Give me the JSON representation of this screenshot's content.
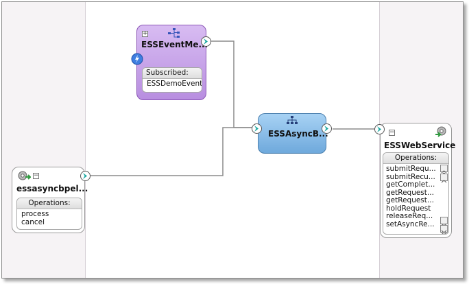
{
  "event_mediator": {
    "title": "ESSEventMe...",
    "box_header": "Subscribed:",
    "items": [
      "ESSDemoEvent"
    ],
    "expand_symbol": "+",
    "icon": "mediator-tree-icon",
    "badge_icon": "event-lightning-icon"
  },
  "bpel_process": {
    "title": "essasyncbpel...",
    "box_header": "Operations:",
    "operations": [
      "process",
      "cancel"
    ],
    "icon": "gear-service-icon",
    "collapse_symbol": "−"
  },
  "async_component": {
    "title": "ESSAsyncB...",
    "icon": "bpel-tree-icon"
  },
  "web_service": {
    "title": "ESSWebService",
    "box_header": "Operations:",
    "operations": [
      "submitRequ...",
      "submitRecu...",
      "getComplet...",
      "getRequest...",
      "getRequest...",
      "holdRequest",
      "releaseReq...",
      "setAsyncRe..."
    ],
    "icon": "gear-service-icon",
    "collapse_symbol": "−"
  },
  "colors": {
    "lane_background": "#f6f3f5",
    "mediator_fill": "#c8a6e8",
    "mediator_border": "#8a55b5",
    "component_fill": "#8cc0ea",
    "component_border": "#4a7fae",
    "wire": "#8c8c8c",
    "arrow_chevron": "#1aa7a0"
  }
}
